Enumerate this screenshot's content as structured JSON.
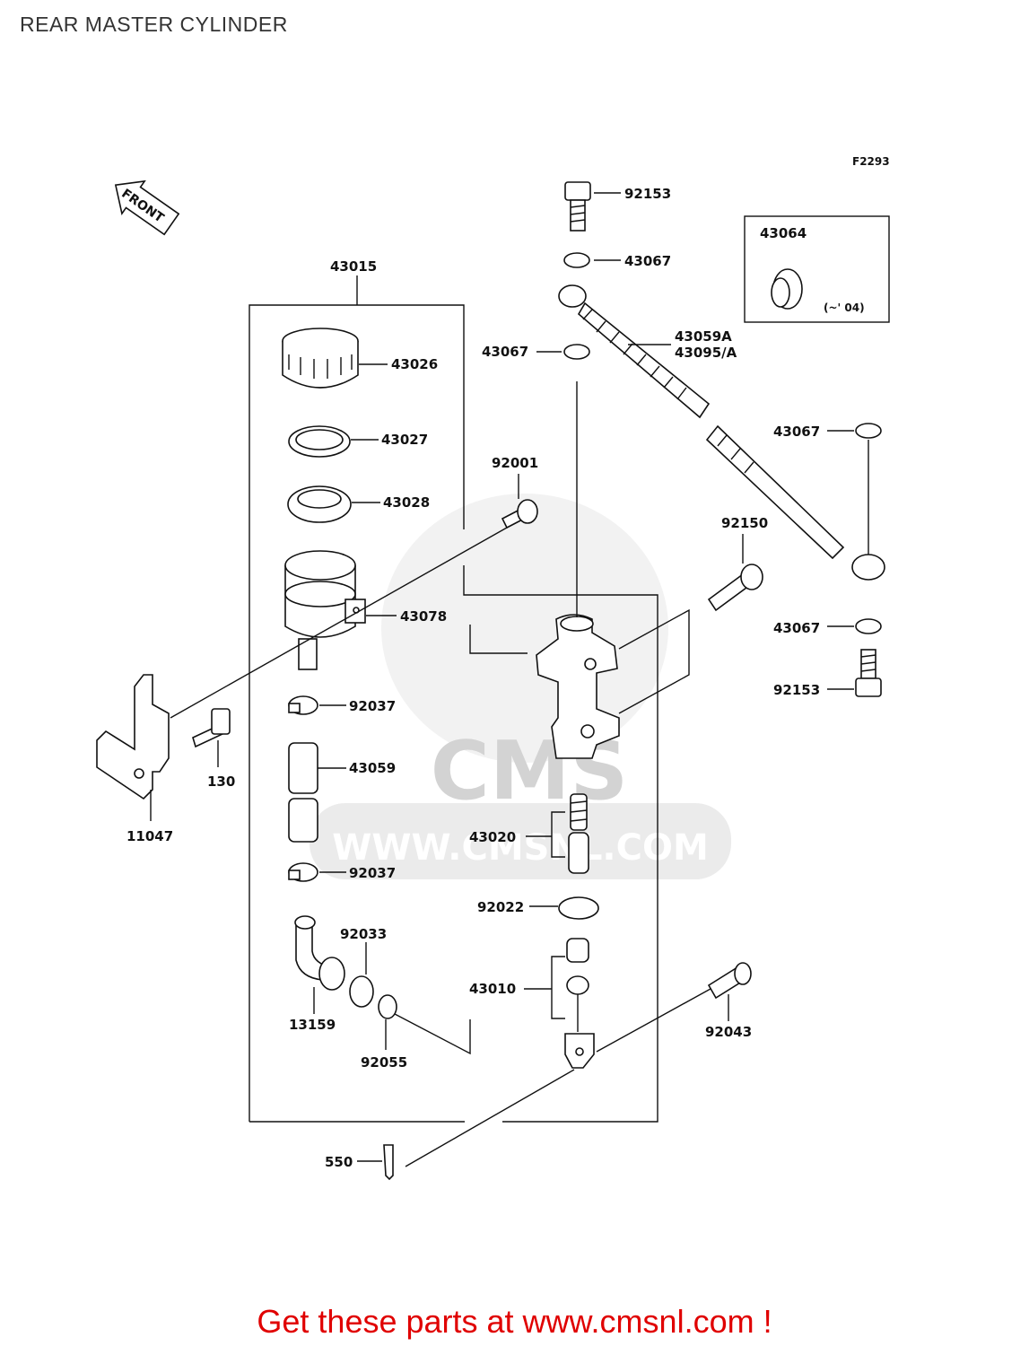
{
  "page": {
    "title": "REAR MASTER CYLINDER",
    "figure_code": "F2293",
    "footer_link": "Get these parts at www.cmsnl.com !"
  },
  "watermark": {
    "logo": "CMS",
    "url": "WWW.CMSNL.COM"
  },
  "arrow": {
    "label": "FRONT"
  },
  "inset": {
    "part": "43064",
    "note": "(~' 04)"
  },
  "parts": {
    "p43015": "43015",
    "p43026": "43026",
    "p43027": "43027",
    "p43028": "43028",
    "p43078": "43078",
    "p92037a": "92037",
    "p43059": "43059",
    "p92037b": "92037",
    "p92033": "92033",
    "p13159": "13159",
    "p92055": "92055",
    "p130": "130",
    "p11047": "11047",
    "p92001": "92001",
    "p92153a": "92153",
    "p43067a": "43067",
    "p43067b": "43067",
    "p43059a": "43059A",
    "p43095a": "43095/A",
    "p43067c": "43067",
    "p92150": "92150",
    "p43067d": "43067",
    "p92153b": "92153",
    "p43020": "43020",
    "p92022": "92022",
    "p43010": "43010",
    "p92043": "92043",
    "p550": "550"
  },
  "colors": {
    "footer": "#e00000",
    "line": "#111111",
    "watermark": "#d6d6d6"
  }
}
